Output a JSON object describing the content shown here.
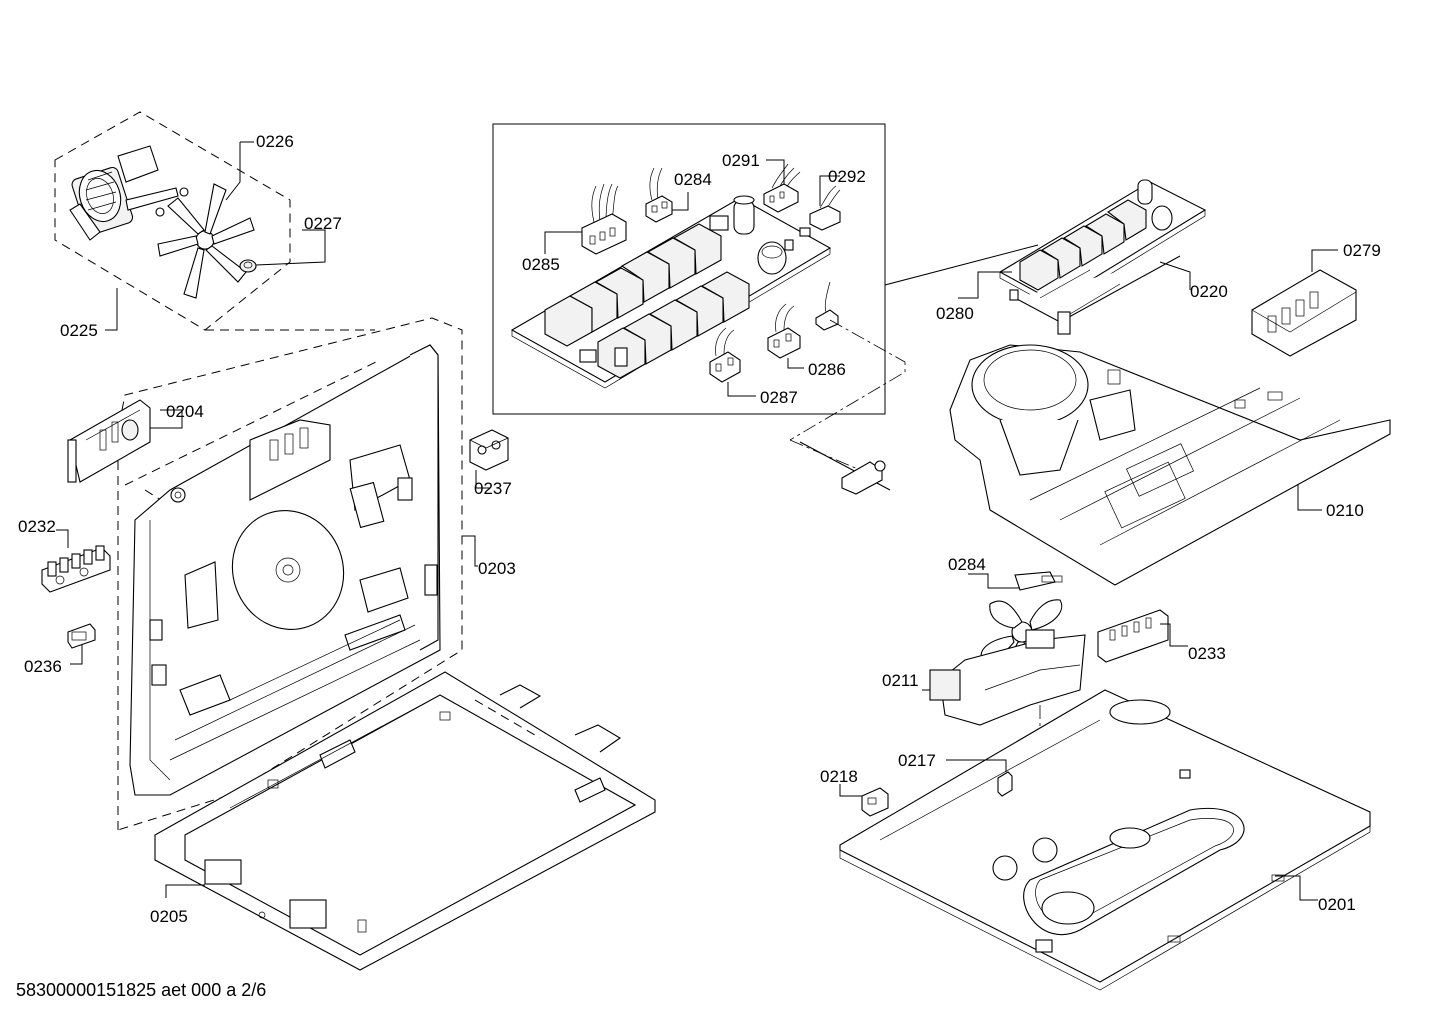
{
  "labels": {
    "p0226": "0226",
    "p0227": "0227",
    "p0225": "0225",
    "p0204": "0204",
    "p0232": "0232",
    "p0236": "0236",
    "p0237": "0237",
    "p0203": "0203",
    "p0205": "0205",
    "p0291": "0291",
    "p0284a": "0284",
    "p0292": "0292",
    "p0285": "0285",
    "p0286": "0286",
    "p0287": "0287",
    "p0280": "0280",
    "p0220": "0220",
    "p0279": "0279",
    "p0210": "0210",
    "p0284b": "0284",
    "p0233": "0233",
    "p0211": "0211",
    "p0217": "0217",
    "p0218": "0218",
    "p0201": "0201"
  },
  "footer": "58300000151825 aet 000 a 2/6"
}
